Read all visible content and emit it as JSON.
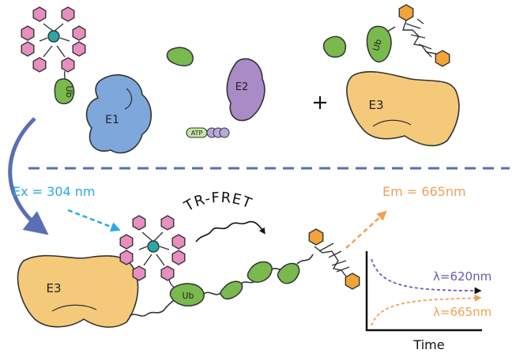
{
  "labels": {
    "e1": "E1",
    "e2": "E2",
    "e3_top": "E3",
    "e3_bottom": "E3",
    "ub_top": "Ub",
    "ub_top_right": "Ub",
    "ub_bottom": "Ub",
    "atp": "ATP",
    "plus": "+",
    "tr_fret": "TR-FRET",
    "excitation": "Ex = 304 nm",
    "emission": "Em = 665nm",
    "lambda_620": "λ=620nm",
    "lambda_665": "λ=665nm",
    "time_axis": "Time"
  },
  "colors": {
    "e1": "#7ea7dc",
    "e2": "#a98bc6",
    "e3": "#f4c97a",
    "ubiquitin": "#79b94e",
    "donor_hex": "#e88fc0",
    "donor_center": "#2aa6a8",
    "acceptor_hex": "#f2a33a",
    "divider": "#5a6fb3",
    "excitation": "#29a9e1",
    "emission": "#f0a157",
    "lambda_620": "#6a5bb0",
    "lambda_665": "#f0a157",
    "atp_body": "#c6e3a6",
    "atp_beads": "#b9a6df"
  }
}
